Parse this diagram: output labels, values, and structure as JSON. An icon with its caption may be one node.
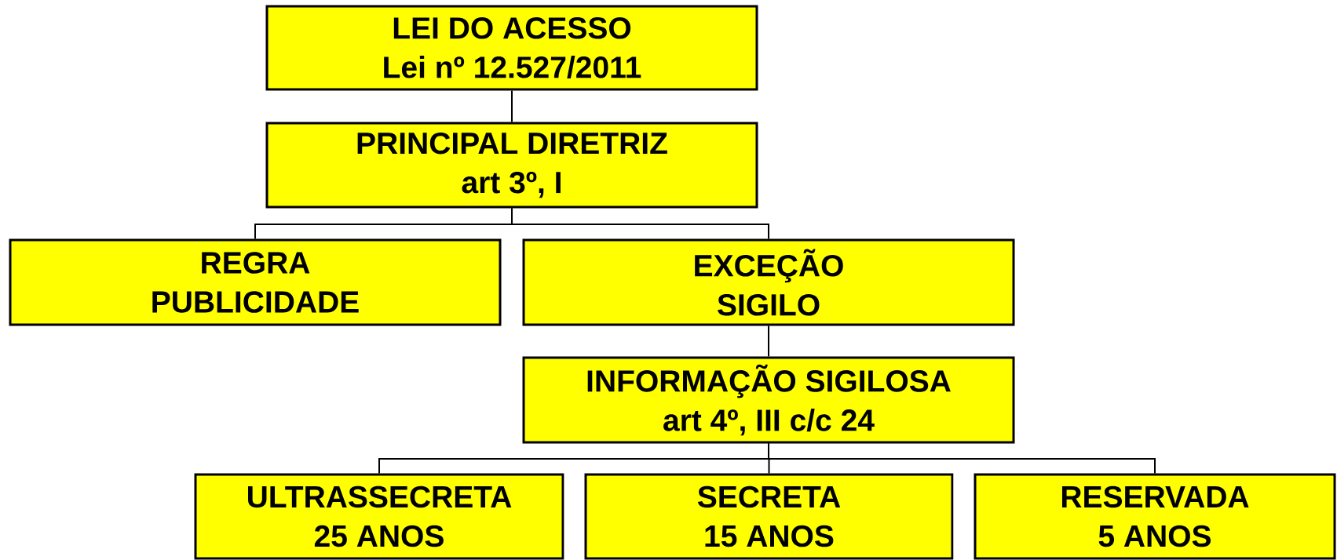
{
  "diagram": {
    "nodes": [
      {
        "text": [
          "LEI DO ACESSO",
          "Lei nº 12.527/2011"
        ]
      },
      {
        "text": [
          "PRINCIPAL DIRETRIZ",
          "art 3º, I"
        ]
      },
      {
        "text": [
          "REGRA",
          "PUBLICIDADE"
        ]
      },
      {
        "text": [
          "EXCEÇÃO",
          "SIGILO"
        ]
      },
      {
        "text": [
          "INFORMAÇÃO SIGILOSA",
          "art 4º, III c/c 24"
        ]
      },
      {
        "text": [
          "ULTRASSECRETA",
          "25 ANOS"
        ]
      },
      {
        "text": [
          "SECRETA",
          "15 ANOS"
        ]
      },
      {
        "text": [
          "RESERVADA",
          "5 ANOS"
        ]
      }
    ],
    "edges": [
      {
        "from": 0,
        "to": 1,
        "arrow": "none"
      },
      {
        "from": 1,
        "to": 2,
        "arrow": "none"
      },
      {
        "from": 1,
        "to": 3,
        "arrow": "none"
      },
      {
        "from": 3,
        "to": 4,
        "arrow": "none"
      },
      {
        "from": 4,
        "to": 5,
        "arrow": "none"
      },
      {
        "from": 4,
        "to": 6,
        "arrow": "none"
      },
      {
        "from": 4,
        "to": 7,
        "arrow": "none"
      }
    ]
  }
}
